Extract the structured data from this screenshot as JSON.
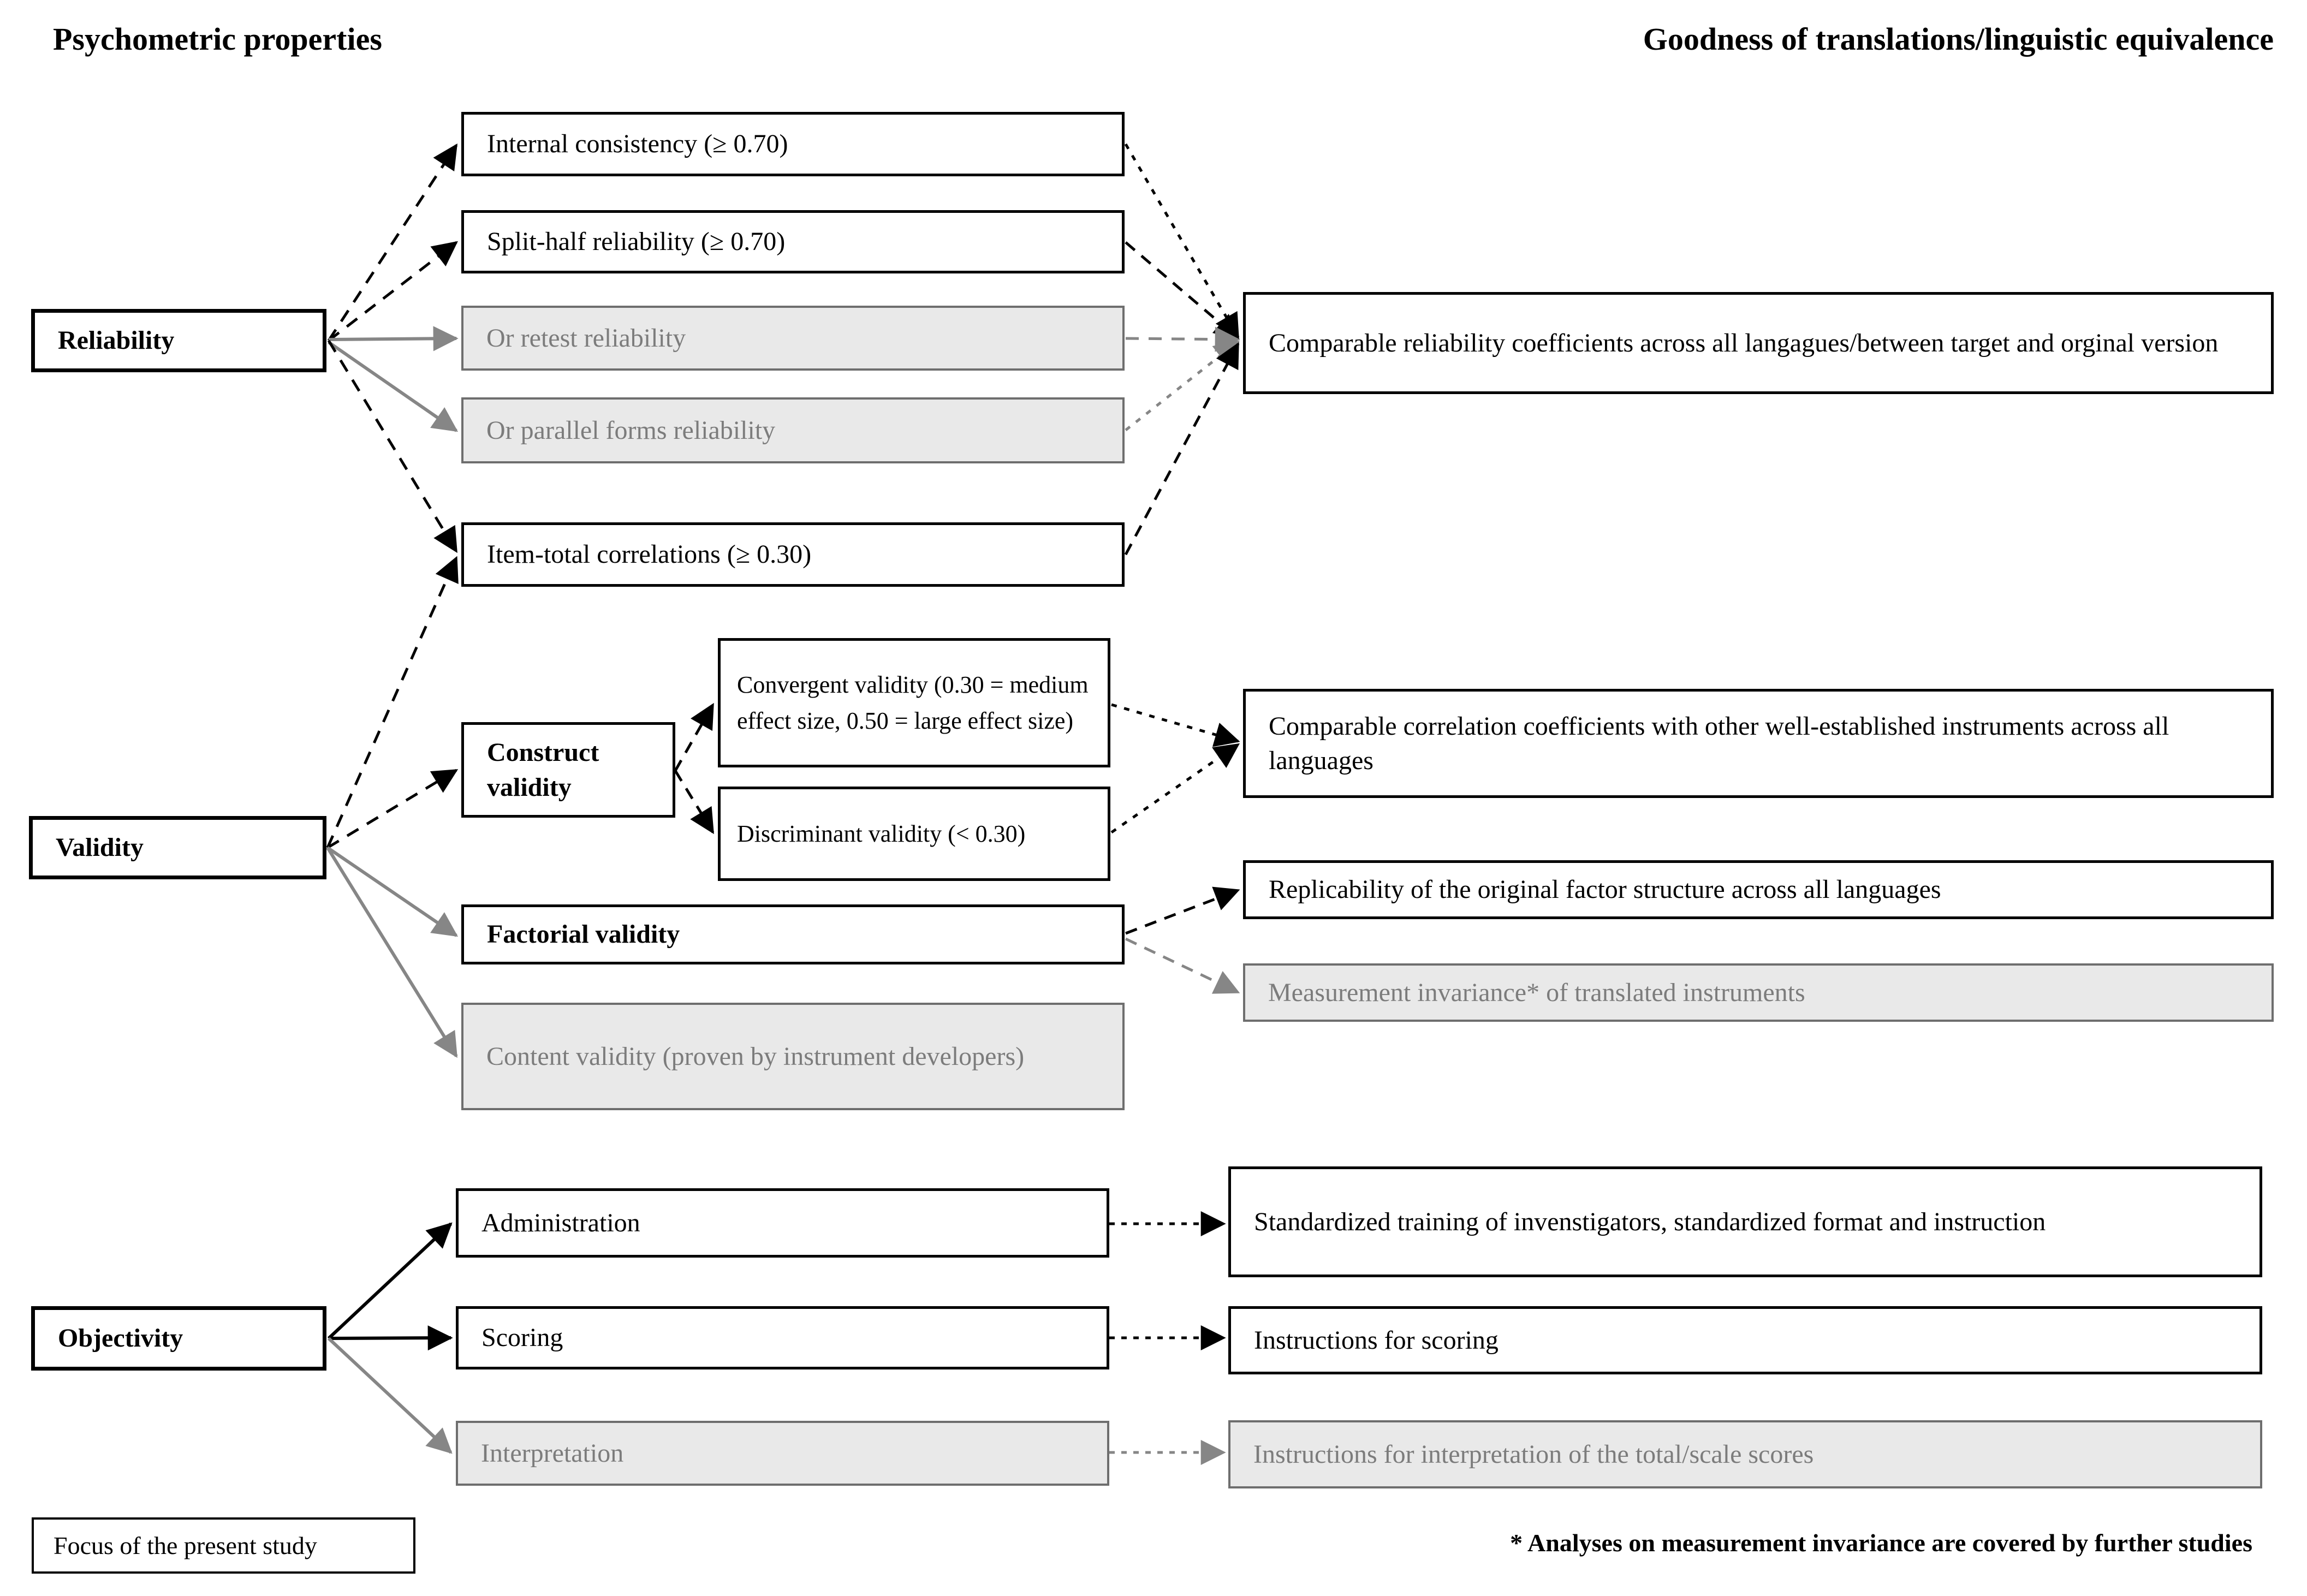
{
  "headers": {
    "left": "Psychometric properties",
    "right": "Goodness of translations/linguistic equivalence"
  },
  "nodes": {
    "reliability": "Reliability",
    "validity": "Validity",
    "objectivity": "Objectivity",
    "internal_consistency": "Internal consistency (≥ 0.70)",
    "split_half": "Split-half reliability (≥ 0.70)",
    "retest": "Or retest reliability",
    "parallel_forms": "Or parallel forms reliability",
    "item_total": "Item-total correlations (≥ 0.30)",
    "construct_validity": "Construct validity",
    "convergent": "Convergent validity (0.30 = medium effect size, 0.50 = large effect size)",
    "discriminant": "Discriminant validity (< 0.30)",
    "factorial": "Factorial validity",
    "content_validity": "Content validity (proven by instrument developers)",
    "administration": "Administration",
    "scoring": "Scoring",
    "interpretation": "Interpretation",
    "comparable_reliability": "Comparable reliability coefficients across all langagues/between target and orginal version",
    "comparable_correlation": "Comparable correlation coefficients with other well-established instruments across all languages",
    "replicability": "Replicability of the original factor structure across all languages",
    "measurement_invariance": "Measurement invariance* of translated instruments",
    "standardized_training": "Standardized training of invenstigators, standardized format and instruction",
    "instructions_scoring": "Instructions for scoring",
    "instructions_interpretation": "Instructions for interpretation of the total/scale scores"
  },
  "legend": {
    "focus_label": "Focus of the present study",
    "footnote": "* Analyses on measurement invariance are covered by further studies"
  },
  "colors": {
    "focus_border": "#000000",
    "nonfocus_fill": "#e9e9e9",
    "nonfocus_border": "#6e6e6e",
    "nonfocus_text": "#7c7c7c",
    "arrow_black": "#000000",
    "arrow_gray": "#868686"
  }
}
